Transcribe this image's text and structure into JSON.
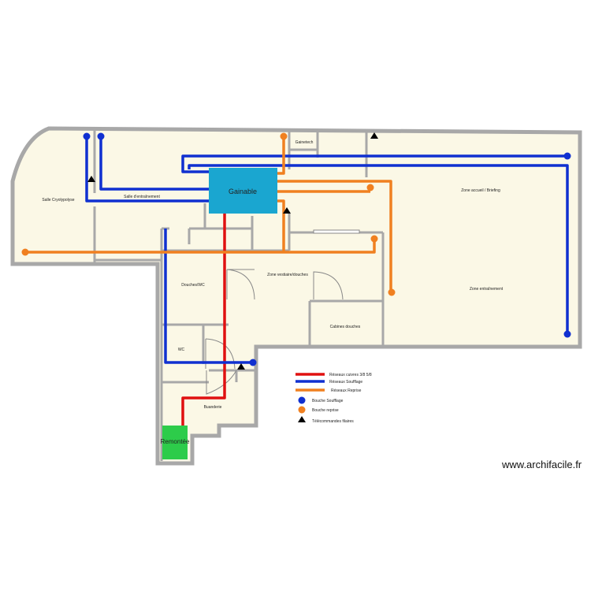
{
  "rooms": {
    "salle_cryo": "Salle Cryolypolyse",
    "salle_entrainement": "Salle d'entraînement",
    "gainetech": "Gainetech",
    "zone_accueil": "Zone accueil / Briefing",
    "zone_vestiaire": "Zone vestiaire/douches",
    "douches_wc": "Douches/WC",
    "zone_entrainement": "Zone entraînement",
    "cabines_douches": "Cabines douches",
    "wc": "WC",
    "buanderie": "Buanderie"
  },
  "equipment": {
    "gainable": "Gainable",
    "remontee": "Remontée"
  },
  "legend": [
    {
      "label": "Réseaux cuivres 3/8 5/8",
      "color": "#e01010",
      "kind": "line"
    },
    {
      "label": "Réseaux Soufflage",
      "color": "#1030d0",
      "kind": "line"
    },
    {
      "label": "Réseaux Reprise",
      "color": "#f08020",
      "kind": "line"
    },
    {
      "label": "Bouche Soufflage",
      "color": "#1030d0",
      "kind": "dot"
    },
    {
      "label": "Bouche reprise",
      "color": "#f08020",
      "kind": "dot"
    },
    {
      "label": "Télécommandes filaires",
      "color": "#000000",
      "kind": "triangle"
    }
  ],
  "watermark": "www.archifacile.fr",
  "colors": {
    "wall": "#a8a8a8",
    "floor": "#fbf8e6",
    "copper": "#e01010",
    "supply": "#1030d0",
    "return": "#f08020",
    "gainable": "#1aa6d0",
    "remontee": "#2dcc4a"
  }
}
